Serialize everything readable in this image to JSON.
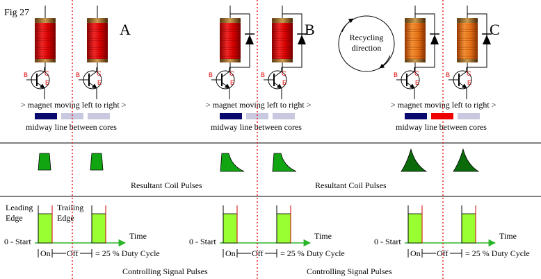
{
  "figure_label": "Fig 27",
  "panels": [
    {
      "id": "A",
      "letter": "A",
      "magnet_text": "> magnet moving left to right >",
      "midway_text": "midway line between cores",
      "pulse_caption": "",
      "bar_colors": [
        "#0a0a6e",
        "#c8c8e0",
        "#c8c8e0"
      ],
      "coil_color": "red",
      "diodes": false,
      "pulse_shape": "square"
    },
    {
      "id": "B",
      "letter": "B",
      "magnet_text": "> magnet moving left to right >",
      "midway_text": "midway line between cores",
      "pulse_caption": "Resultant Coil Pulses",
      "bar_colors": [
        "#0a0a6e",
        "#c8c8e0",
        "#c8c8e0"
      ],
      "coil_color": "red",
      "diodes": true,
      "pulse_shape": "decay"
    },
    {
      "id": "C",
      "letter": "C",
      "magnet_text": "> magnet moving left to right >",
      "midway_text": "midway line between cores",
      "pulse_caption": "Resultant Coil Pulses",
      "bar_colors": [
        "#0a0a6e",
        "#ee0000",
        "#c8c8e0"
      ],
      "coil_color": "orange",
      "diodes": true,
      "pulse_shape": "peak"
    }
  ],
  "recycling": {
    "line1": "Recycling",
    "line2": "direction"
  },
  "transistor_labels": {
    "b": "B",
    "c": "C",
    "e": "E"
  },
  "signal_section": {
    "leading_line1": "Leading",
    "leading_line2": "Edge",
    "trailing_line1": "Trailing",
    "trailing_line2": "Edge",
    "time_label": "Time",
    "start_label": "0 - Start",
    "on_label": "On",
    "off_label": "Off",
    "duty_label": "= 25 % Duty Cycle",
    "captions": [
      "Controlling Signal Pulses",
      "Controlling Signal Pulses"
    ]
  },
  "colors": {
    "midline": "#e00000",
    "pulse_light": "#11a611",
    "pulse_dark": "#0b6b0b",
    "signal_fill": "#99ff33",
    "signal_arrow": "#2bb52b",
    "edge_line": "#cc0000"
  }
}
